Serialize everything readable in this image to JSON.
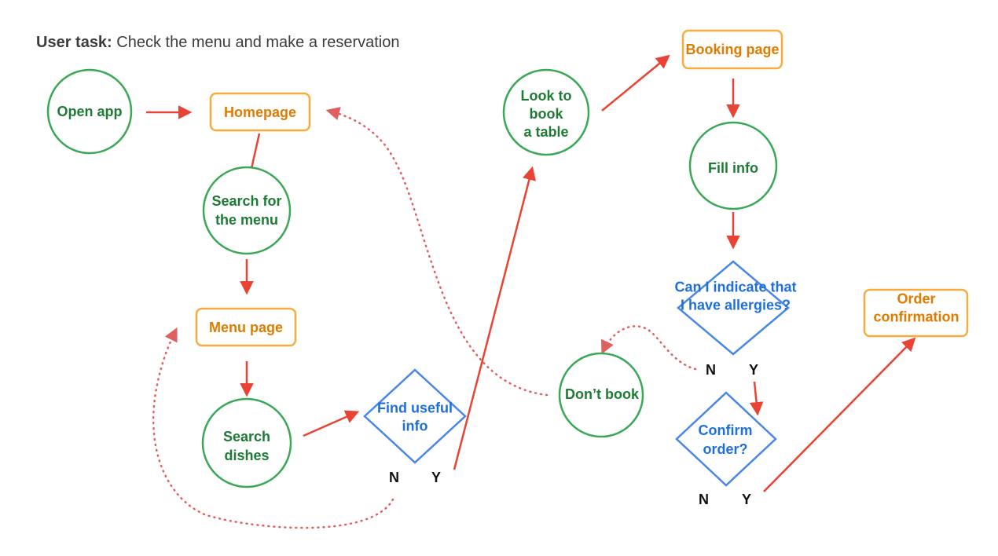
{
  "task": {
    "prefix": "User task:",
    "text": " Check the menu and make a reservation"
  },
  "colors": {
    "circle": "#3aa856",
    "circle_text": "#1e7a35",
    "rect": "#f6ad3e",
    "rect_text": "#e07b00",
    "diamond": "#4a86e8",
    "diamond_text": "#1f6fd8",
    "arrow": "#e94335",
    "dotted": "#e06060",
    "yn": "#111111"
  },
  "nodes": {
    "open_app": {
      "lines": [
        "Open app"
      ]
    },
    "homepage": {
      "lines": [
        "Homepage"
      ]
    },
    "search_menu": {
      "lines": [
        "Search for",
        "the menu"
      ]
    },
    "menu_page": {
      "lines": [
        "Menu page"
      ]
    },
    "search_dishes": {
      "lines": [
        "Search",
        "dishes"
      ]
    },
    "find_info": {
      "lines": [
        "Find useful",
        "info"
      ]
    },
    "look_to_book": {
      "lines": [
        "Look to",
        "book",
        "a table"
      ]
    },
    "booking_page": {
      "lines": [
        "Booking page"
      ]
    },
    "fill_info": {
      "lines": [
        "Fill info"
      ]
    },
    "allergies": {
      "lines": [
        "Can I indicate that",
        "I have allergies?"
      ]
    },
    "dont_book": {
      "lines": [
        "Don’t book"
      ]
    },
    "confirm_order": {
      "lines": [
        "Confirm",
        "order?"
      ]
    },
    "order_confirmation": {
      "lines": [
        "Order",
        "confirmation"
      ]
    }
  },
  "branch_labels": {
    "find_no": "N",
    "find_yes": "Y",
    "allergy_no": "N",
    "allergy_yes": "Y",
    "confirm_no": "N",
    "confirm_yes": "Y"
  }
}
